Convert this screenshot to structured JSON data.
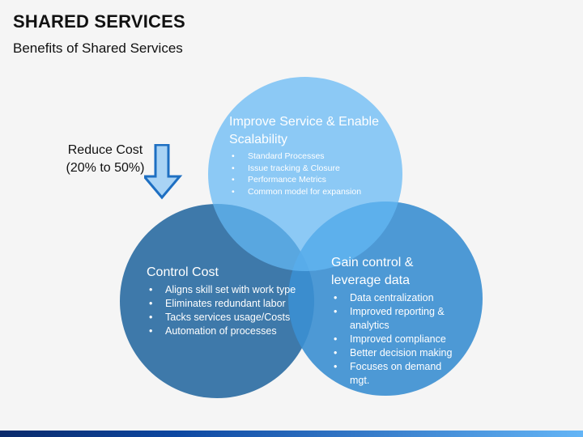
{
  "header": {
    "title": "SHARED SERVICES",
    "subtitle": "Benefits of Shared Services"
  },
  "callout": {
    "line1": "Reduce Cost",
    "line2": "(20% to 50%)"
  },
  "circles": {
    "top": {
      "heading_line1": "Improve Service & Enable",
      "heading_line2": "Scalability",
      "items": [
        "Standard Processes",
        "Issue tracking & Closure",
        "Performance Metrics",
        "Common model for expansion"
      ]
    },
    "left": {
      "heading": "Control Cost",
      "items": [
        "Aligns skill set with work type",
        "Eliminates redundant labor",
        "Tacks services usage/Costs",
        "Automation of processes"
      ]
    },
    "right": {
      "heading_line1": "Gain control &",
      "heading_line2": "leverage data",
      "items": [
        "Data centralization",
        "Improved reporting & analytics",
        "Improved compliance",
        "Better decision making",
        "Focuses on demand mgt."
      ]
    }
  },
  "colors": {
    "top_circle": "#64b9f5",
    "left_circle": "#2e6ea3",
    "right_circle": "#3b8fd1",
    "arrow_fill": "#a9d3f5",
    "arrow_stroke": "#1e6fc2"
  }
}
